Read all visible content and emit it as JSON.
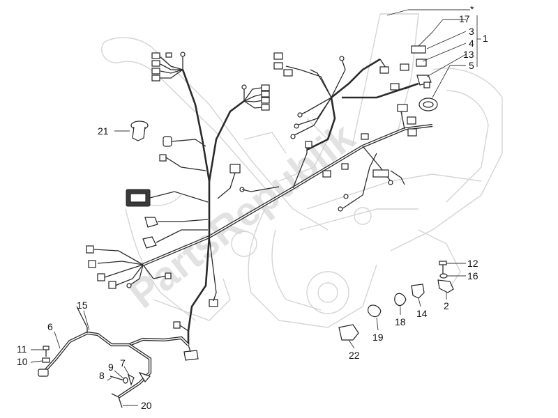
{
  "watermark": "PartsRepublik",
  "callouts": [
    {
      "id": "c-star",
      "label": "*"
    },
    {
      "id": "c17",
      "label": "17"
    },
    {
      "id": "c3",
      "label": "3"
    },
    {
      "id": "c1",
      "label": "1"
    },
    {
      "id": "c4",
      "label": "4"
    },
    {
      "id": "c13",
      "label": "13"
    },
    {
      "id": "c5",
      "label": "5"
    },
    {
      "id": "c21",
      "label": "21"
    },
    {
      "id": "c12",
      "label": "12"
    },
    {
      "id": "c16",
      "label": "16"
    },
    {
      "id": "c2",
      "label": "2"
    },
    {
      "id": "c14",
      "label": "14"
    },
    {
      "id": "c18",
      "label": "18"
    },
    {
      "id": "c19",
      "label": "19"
    },
    {
      "id": "c22",
      "label": "22"
    },
    {
      "id": "c15",
      "label": "15"
    },
    {
      "id": "c6",
      "label": "6"
    },
    {
      "id": "c11",
      "label": "11"
    },
    {
      "id": "c10",
      "label": "10"
    },
    {
      "id": "c9",
      "label": "9"
    },
    {
      "id": "c7",
      "label": "7"
    },
    {
      "id": "c8",
      "label": "8"
    },
    {
      "id": "c20",
      "label": "20"
    }
  ]
}
